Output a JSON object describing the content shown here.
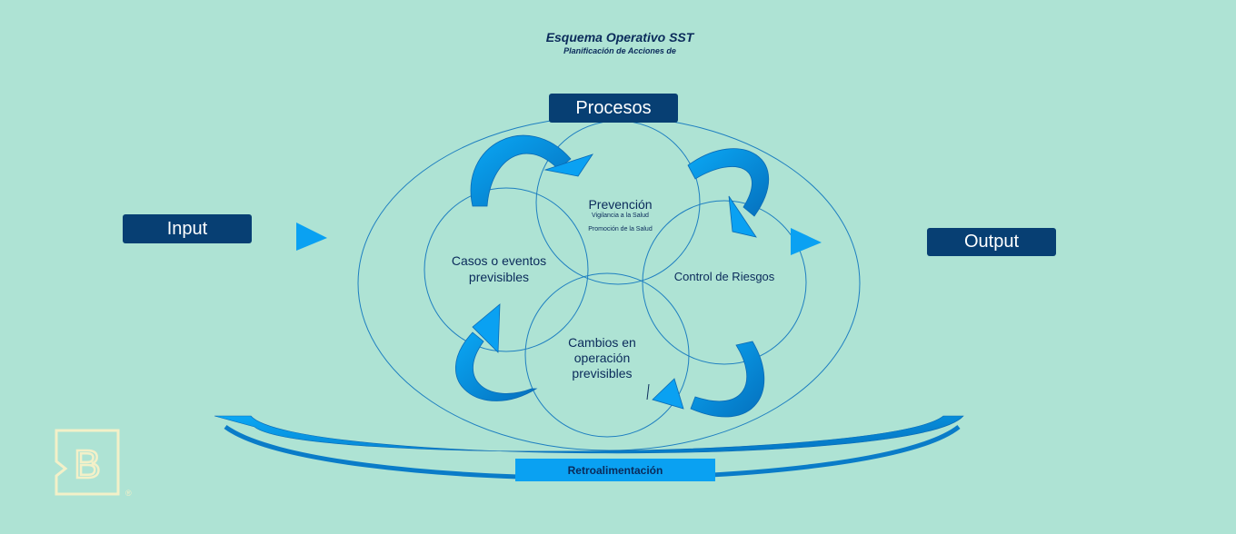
{
  "header": {
    "title": "Esquema Operativo SST",
    "subtitle": "Planificación de Acciones de"
  },
  "boxes": {
    "procesos": "Procesos",
    "input": "Input",
    "output": "Output",
    "feedback": "Retroalimentación"
  },
  "circles": {
    "prevencion": {
      "title": "Prevención",
      "line1": "Vigilancia a la Salud",
      "line2": "Promoción de la Salud"
    },
    "casos": "Casos o eventos previsibles",
    "control": "Control de Riesgos",
    "cambios": "Cambios en operación previsibles"
  },
  "logo": {
    "letter": "B",
    "mark": "®"
  },
  "colors": {
    "background": "#aee3d4",
    "dark_box": "#073f73",
    "accent_blue": "#0aa1f2",
    "outline": "#1e7fc0"
  }
}
